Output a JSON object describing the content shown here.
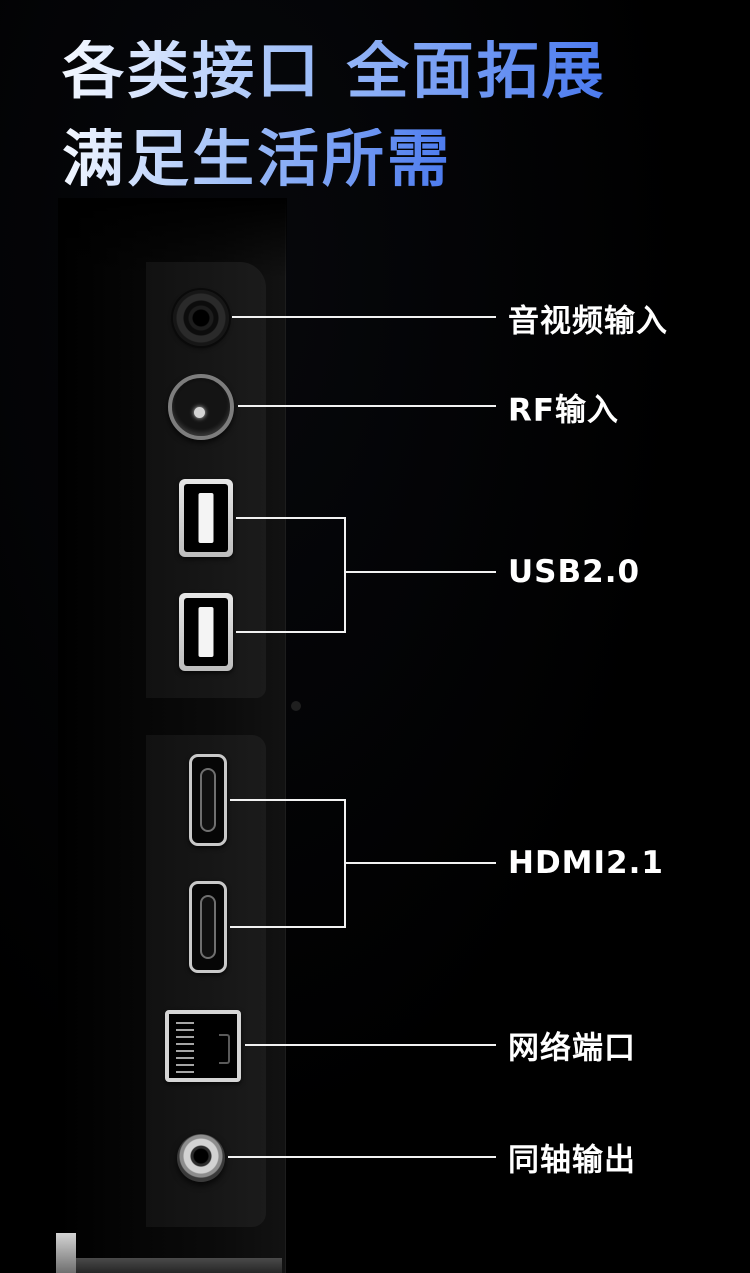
{
  "title": {
    "line1": "各类接口 全面拓展",
    "line2": "满足生活所需"
  },
  "colors": {
    "background": "#000000",
    "title_gradient_start": "#f4f8ff",
    "title_gradient_mid": "#9dbdf8",
    "title_gradient_end": "#4a79ee",
    "label": "#ffffff",
    "callout_line": "#f2f2f2",
    "panel": "#1b1b1b"
  },
  "ports": [
    {
      "id": "av-input",
      "type": "3.5mm-av-jack",
      "connector_count": 1,
      "label": "音视频输入"
    },
    {
      "id": "rf-input",
      "type": "rf-coax-female",
      "connector_count": 1,
      "label": "RF输入"
    },
    {
      "id": "usb",
      "type": "usb-a",
      "connector_count": 2,
      "label": "USB2.0"
    },
    {
      "id": "hdmi",
      "type": "hdmi",
      "connector_count": 2,
      "label": "HDMI2.1"
    },
    {
      "id": "ethernet",
      "type": "rj45",
      "connector_count": 1,
      "label": "网络端口"
    },
    {
      "id": "coaxial-output",
      "type": "coaxial",
      "connector_count": 1,
      "label": "同轴输出"
    }
  ]
}
